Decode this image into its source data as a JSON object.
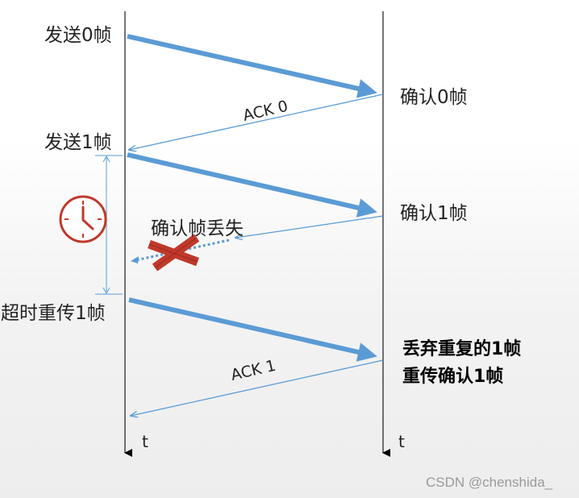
{
  "labels": {
    "send_frame0": "发送0帧",
    "ack_frame0": "确认0帧",
    "ack0": "ACK 0",
    "send_frame1": "发送1帧",
    "ack_frame1": "确认1帧",
    "ack_lost": "确认帧丢失",
    "timeout_resend": "超时重传1帧",
    "discard_dup_line1": "丢弃重复的1帧",
    "discard_dup_line2": "重传确认1帧",
    "ack1": "ACK 1",
    "time_left": "t",
    "time_right": "t"
  },
  "watermark": "CSDN @chenshida_",
  "colors": {
    "arrow": "#5b9bd5",
    "timeline": "#1a1a1a",
    "clock": "#c0392b",
    "cross": "#c0392b",
    "timer_bracket": "#5b9bd5"
  }
}
